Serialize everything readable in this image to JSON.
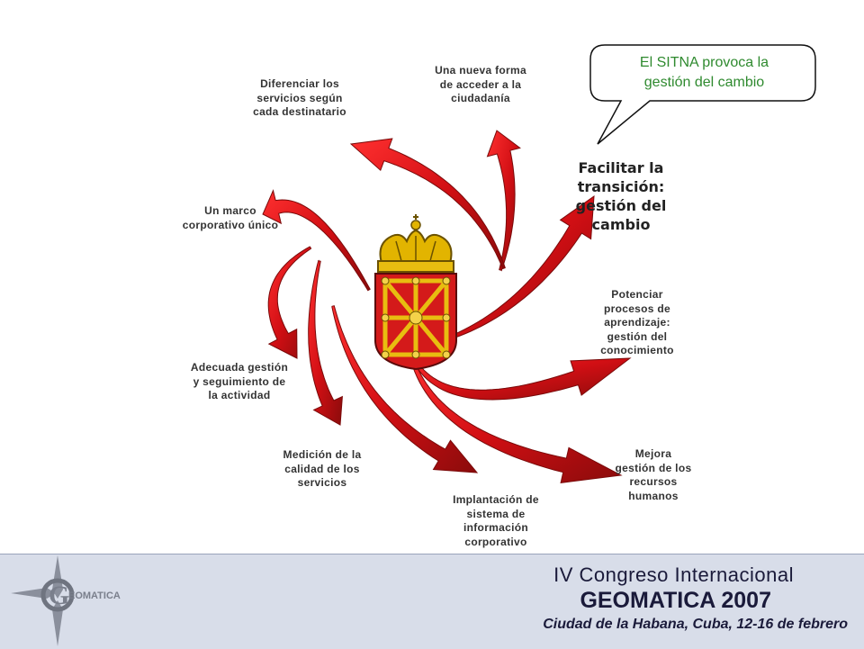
{
  "callout": {
    "text": "El SITNA provoca la\ngestión del cambio"
  },
  "center": {
    "text": "Facilitar la\ntransición:\ngestión del\ncambio"
  },
  "labels": [
    "Una nueva forma\nde acceder a la\nciudadanía",
    "Diferenciar los\nservicios según\ncada destinatario",
    "Un marco\ncorporativo único",
    "Adecuada gestión\ny seguimiento de\nla actividad",
    "Medición de la\ncalidad de los\nservicios",
    "Implantación de\nsistema de\ninformación\ncorporativo",
    "Mejora\ngestión de los\nrecursos\nhumanos",
    "Potenciar\nprocesos de\naprendizaje:\ngestión del\nconocimiento"
  ],
  "footer": {
    "line1": "IV Congreso Internacional",
    "line2": "GEOMATICA 2007",
    "line3": "Ciudad de la Habana, Cuba, 12-16 de febrero",
    "logo_text": "EOMATICA",
    "logo_letter": "G"
  },
  "colors": {
    "arrow": "#d20f14",
    "arrow_dark": "#7a0a0a",
    "callout_text": "#2f8a2f",
    "footer_bg": "#d8dde9",
    "crown": "#e2b400",
    "shield": "#d41a1a"
  }
}
